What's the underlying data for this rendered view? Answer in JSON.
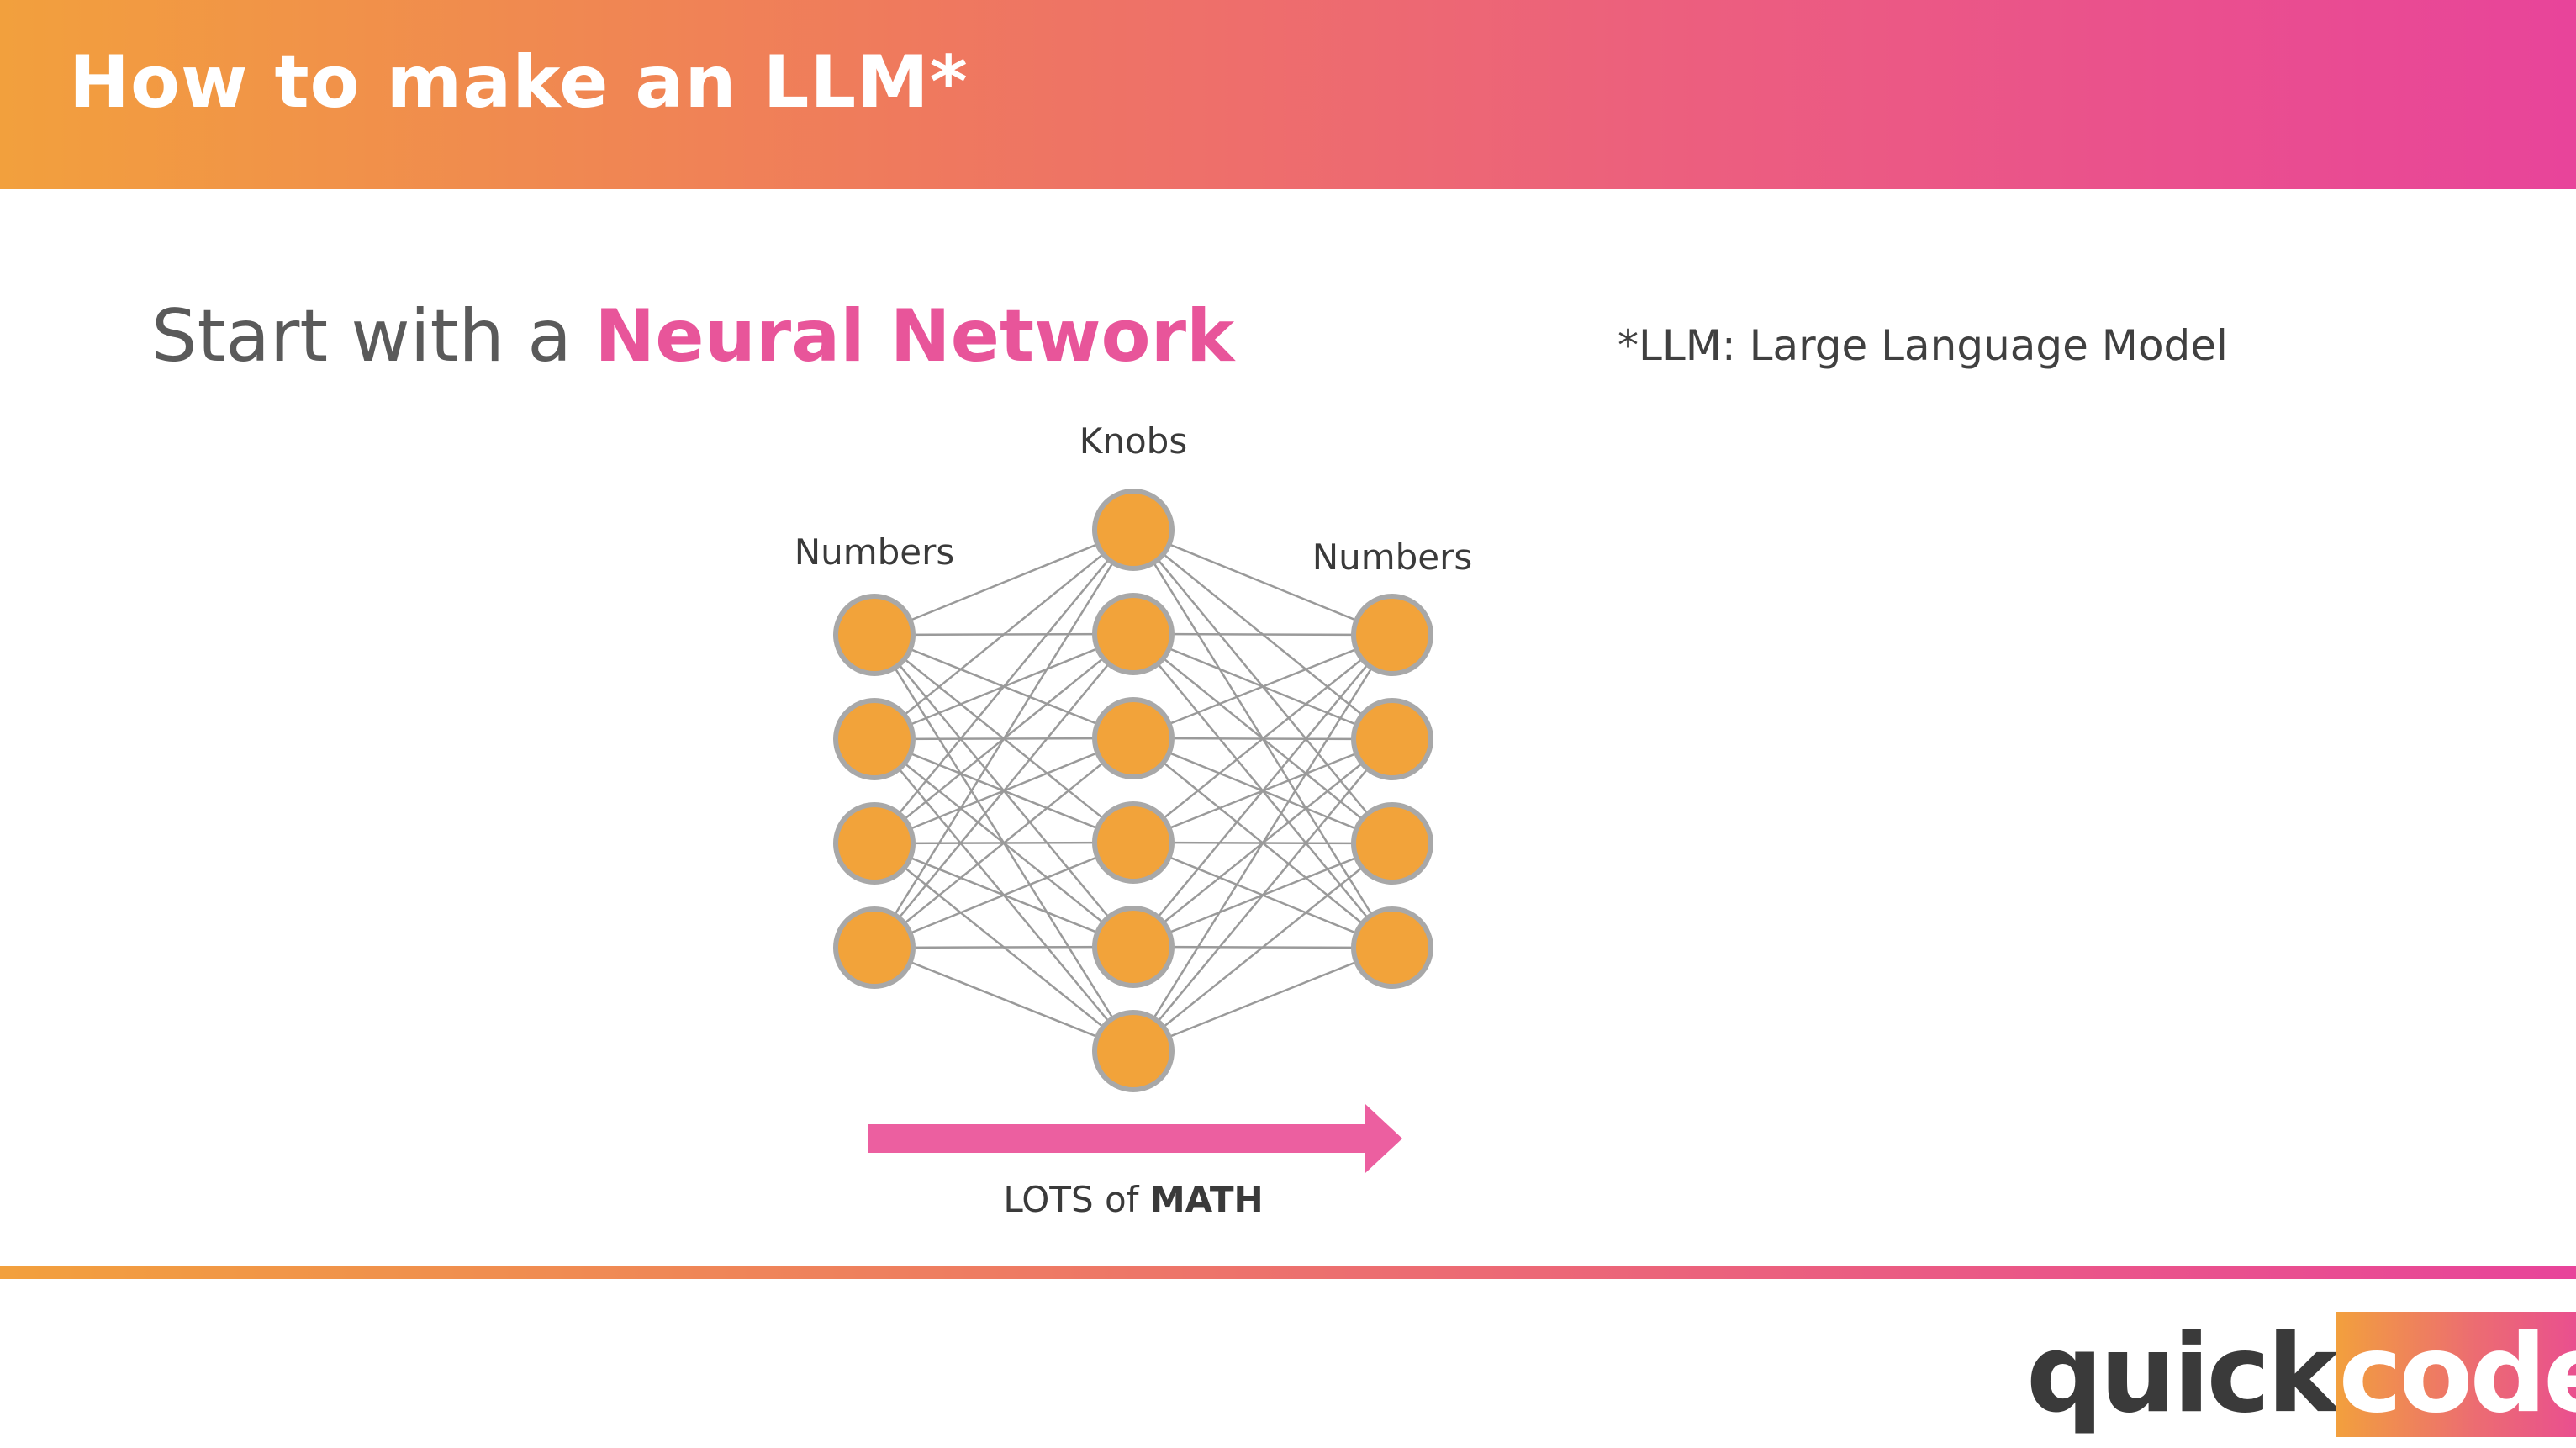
{
  "header": {
    "title": "How to make an LLM*"
  },
  "subtitle": {
    "prefix": "Start with a ",
    "highlight": "Neural Network"
  },
  "footnote": "*LLM: Large Language Model",
  "diagram": {
    "input_label": "Numbers",
    "hidden_label": "Knobs",
    "output_label": "Numbers",
    "arrow_label_prefix": "LOTS of ",
    "arrow_label_bold": "MATH",
    "layers": {
      "input": 4,
      "hidden": 6,
      "output": 4
    },
    "colors": {
      "node_fill": "#f2a33a",
      "node_stroke": "#a8a8a8",
      "edge": "#9a9a9a",
      "arrow": "#ec5fa0"
    }
  },
  "logo": {
    "part1": "quick",
    "part2": "code"
  }
}
